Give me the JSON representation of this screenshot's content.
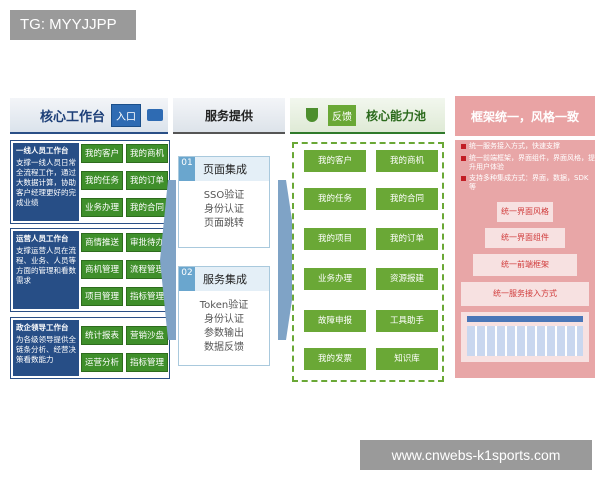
{
  "watermark_top": "TG: MYYJJPP",
  "watermark_bottom": "www.cnwebs-k1sports.com",
  "left_header": {
    "title": "核心工作台",
    "entry_label": "入口"
  },
  "mid_header": {
    "title": "服务提供"
  },
  "core_header": {
    "feedback_label": "反馈",
    "title": "核心能力池"
  },
  "right_header": {
    "title": "框架统一，风格一致"
  },
  "groups": [
    {
      "title": "一线人员工作台",
      "desc": "支撑一线人员日常全流程工作，通过大数据计算，协助客户经理更好的完成业绩",
      "buttons": [
        "我的客户",
        "我的商机",
        "我的任务",
        "我的订单",
        "业务办理",
        "我的合同"
      ]
    },
    {
      "title": "运营人员工作台",
      "desc": "支撑运营人员在流程、业务、人员等方面的管理和看数需求",
      "buttons": [
        "商情推送",
        "审批待办",
        "商机管理",
        "流程管理",
        "项目管理",
        "指标管理"
      ]
    },
    {
      "title": "政企领导工作台",
      "desc": "为各级领导提供全链条分析、经营决策看数能力",
      "buttons": [
        "统计报表",
        "营销沙盘",
        "运营分析",
        "指标管理"
      ]
    }
  ],
  "services": [
    {
      "num": "01",
      "title": "页面集成",
      "items": [
        "SSO验证",
        "身份认证",
        "页面跳转"
      ]
    },
    {
      "num": "02",
      "title": "服务集成",
      "items": [
        "Token验证",
        "身份认证",
        "参数输出",
        "数据反馈"
      ]
    }
  ],
  "core_items": [
    "我的客户",
    "我的商机",
    "我的任务",
    "我的合同",
    "我的项目",
    "我的订单",
    "业务办理",
    "资源报建",
    "故障申报",
    "工具助手",
    "我的发票",
    "知识库"
  ],
  "bullets": [
    "统一服务接入方式，快速支撑",
    "统一前端框架，界面组件，界面风格，提升用户体验",
    "支持多种集成方式：界面，数据，SDK等"
  ],
  "tiers": [
    "统一界面风格",
    "统一界面组件",
    "统一前端框架",
    "统一服务接入方式"
  ],
  "colors": {
    "navy": "#274e86",
    "green": "#6aa836",
    "pink": "#e8a6a7"
  }
}
